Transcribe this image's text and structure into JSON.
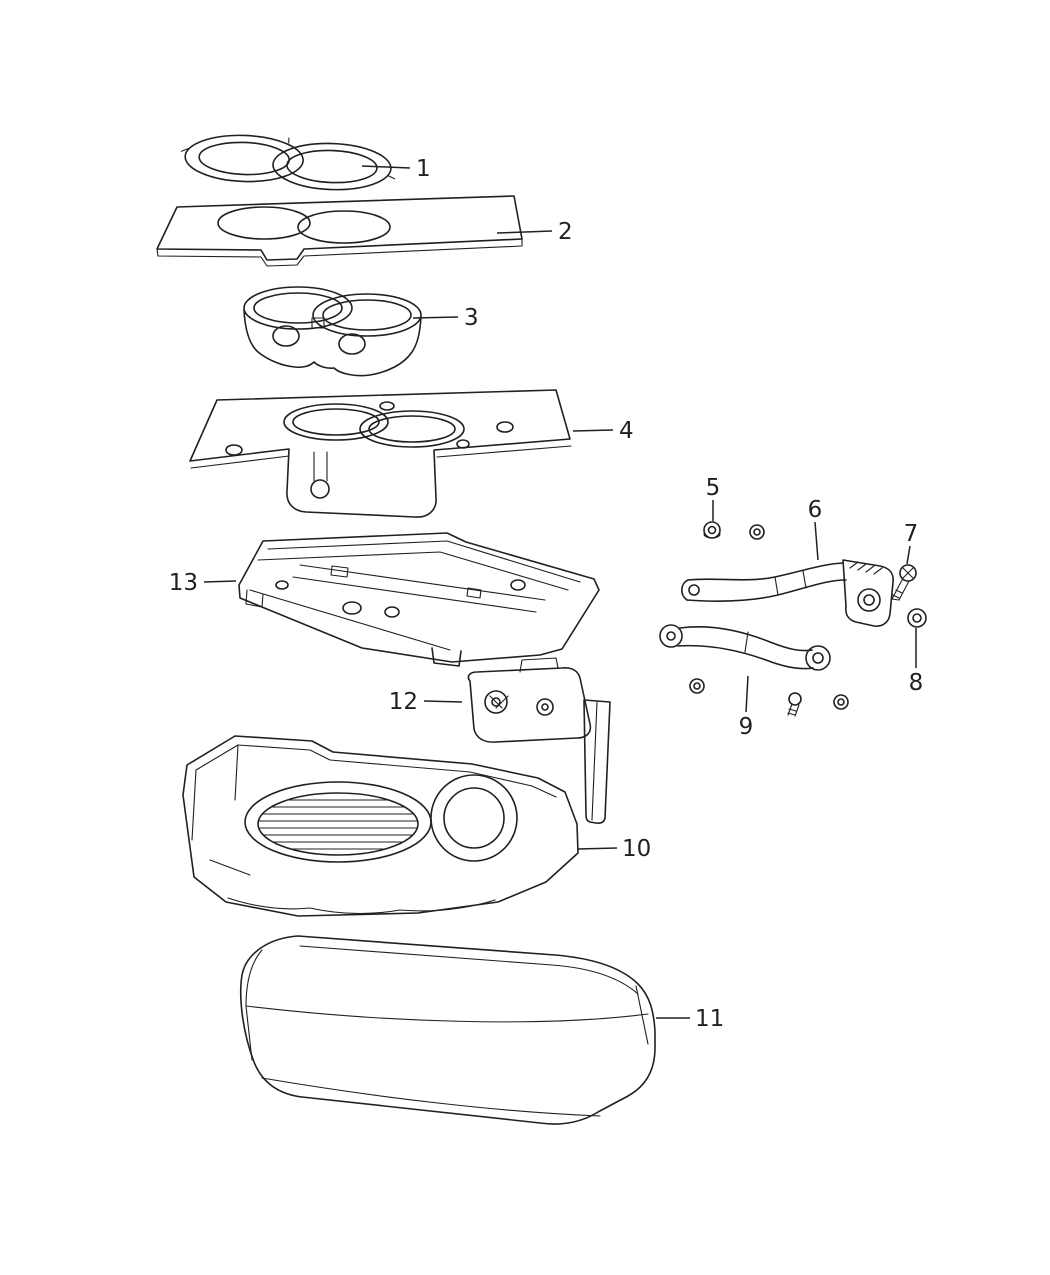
{
  "diagram": {
    "background_color": "#ffffff",
    "line_color": "#231f20",
    "callouts": [
      {
        "label": "1"
      },
      {
        "label": "2"
      },
      {
        "label": "3"
      },
      {
        "label": "4"
      },
      {
        "label": "5"
      },
      {
        "label": "6"
      },
      {
        "label": "7"
      },
      {
        "label": "8"
      },
      {
        "label": "9"
      },
      {
        "label": "10"
      },
      {
        "label": "11"
      },
      {
        "label": "12"
      },
      {
        "label": "13"
      }
    ]
  }
}
